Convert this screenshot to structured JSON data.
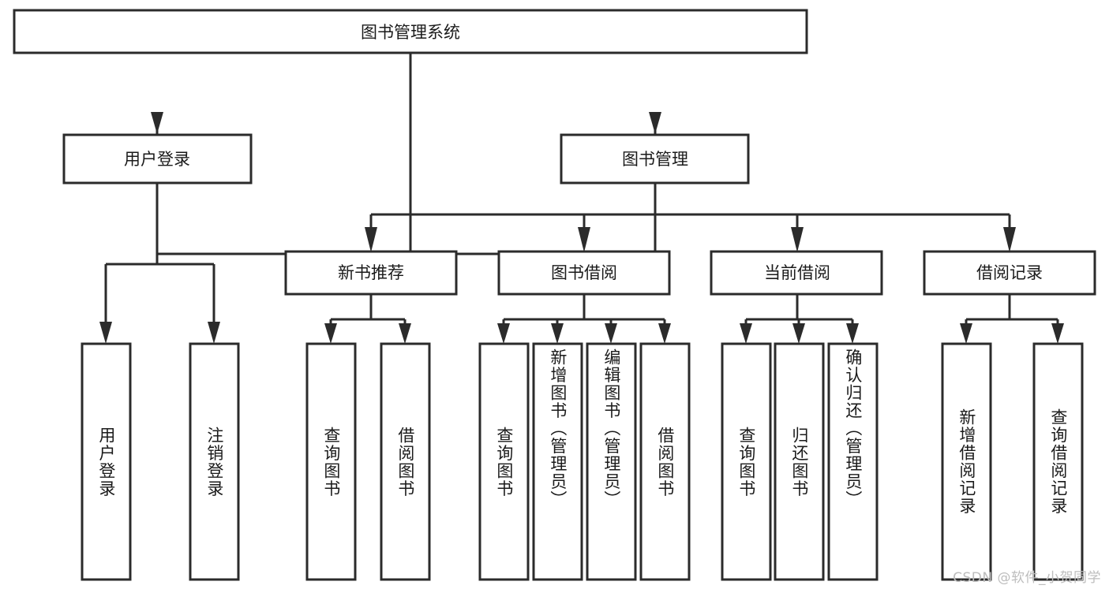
{
  "diagram": {
    "type": "tree-hierarchy-chart",
    "title": "图书管理系统",
    "orientation": "top-down",
    "colors": {
      "box_fill": "#ffffff",
      "box_stroke": "#2b2b2b",
      "text": "#1a1a1a",
      "background": "#ffffff",
      "watermark": "#bdbdbd"
    },
    "root": {
      "label": "图书管理系统"
    },
    "level2": [
      {
        "label": "用户登录"
      },
      {
        "label": "图书管理"
      }
    ],
    "level3": [
      {
        "label": "新书推荐"
      },
      {
        "label": "图书借阅"
      },
      {
        "label": "当前借阅"
      },
      {
        "label": "借阅记录"
      }
    ],
    "leaves": {
      "user_login": [
        {
          "label": "用户登录"
        },
        {
          "label": "注销登录"
        }
      ],
      "new_book_recommend": [
        {
          "label": "查询图书"
        },
        {
          "label": "借阅图书"
        }
      ],
      "book_borrow": [
        {
          "label": "查询图书"
        },
        {
          "label": "新增图书（管理员）"
        },
        {
          "label": "编辑图书（管理员）"
        },
        {
          "label": "借阅图书"
        }
      ],
      "current_borrow": [
        {
          "label": "查询图书"
        },
        {
          "label": "归还图书"
        },
        {
          "label": "确认归还（管理员）"
        }
      ],
      "borrow_record": [
        {
          "label": "新增借阅记录"
        },
        {
          "label": "查询借阅记录"
        }
      ]
    }
  },
  "watermark": {
    "text": "CSDN @软件_小贺同学"
  }
}
